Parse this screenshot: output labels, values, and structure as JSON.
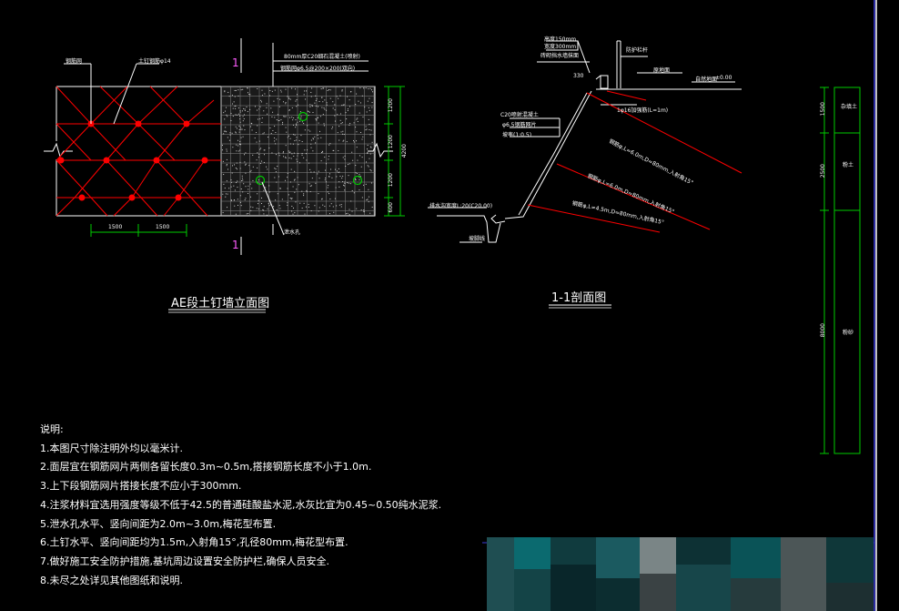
{
  "elevation": {
    "title": "AE段土钉墙立面图",
    "section_mark": "1",
    "label_grid": "钢筋网",
    "label_nail": "土钉钢筋φ14",
    "dim_h_1": "1500",
    "dim_h_2": "1500",
    "dim_v_1": "1200",
    "dim_v_2": "1200",
    "dim_v_3": "1200",
    "dim_v_4": "600",
    "dim_v_total": "4200",
    "callout_1": "80mm厚C20细石混凝土(喷射)",
    "callout_2": "钢筋网φ6.5@200×200(双向)",
    "label_drain": "泄水孔"
  },
  "section": {
    "title": "1-1剖面图",
    "label_top_1": "高度150mm",
    "label_top_2": "宽度300mm",
    "label_top_3": "砖砌挡水墙抹面",
    "label_rail": "防护栏杆",
    "label_ground": "原地面",
    "label_elev": "自然地面",
    "label_elev_val": "±0.00",
    "label_bar": "1φ16加强筋(L=1m)",
    "label_c20": "C20喷射混凝土",
    "label_mesh": "φ6.5钢筋网片",
    "label_slope": "坡率(1:0.5)",
    "nail_1": "钢筋φ,L=6.0m,D=80mm,入射角15°",
    "nail_2": "钢筋φ,L=6.0m,D=80mm,入射角15°",
    "nail_3": "钢筋φ,L=4.5m,D=80mm,入射角15°",
    "label_ditch": "排水沟宽度L:20(C20.00)",
    "label_base": "坡脚线",
    "label_330": "330"
  },
  "column": {
    "dim_1": "1500",
    "dim_2": "2500",
    "dim_3": "8000",
    "layer_1": "杂填土",
    "layer_2": "粉土",
    "layer_3": "粉砂"
  },
  "notes": {
    "heading": "说明:",
    "items": [
      "1.本图尺寸除注明外均以毫米计.",
      "2.面层宜在钢筋网片两侧各留长度0.3m~0.5m,搭接钢筋长度不小于1.0m.",
      "3.上下段钢筋网片搭接长度不应小于300mm.",
      "4.注浆材料宜选用强度等级不低于42.5的普通硅酸盐水泥,水灰比宜为0.45~0.50纯水泥浆.",
      "5.泄水孔水平、竖向间距为2.0m~3.0m,梅花型布置.",
      "6.土钉水平、竖向间距均为1.5m,入射角15°,孔径80mm,梅花型布置.",
      "7.做好施工安全防护措施,基坑周边设置安全防护栏,确保人员安全.",
      "8.未尽之处详见其他图纸和说明."
    ]
  },
  "colors": {
    "background": "#000000",
    "line": "#ffffff",
    "nail": "#ff0000",
    "dimension": "#00cc00",
    "frame": "#3b3bd9"
  }
}
